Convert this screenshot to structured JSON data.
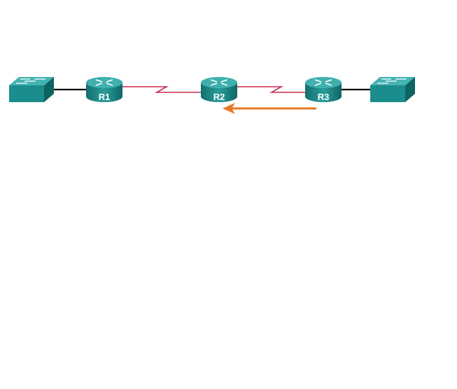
{
  "devices": {
    "r1": {
      "label": "R1"
    },
    "r2": {
      "label": "R2"
    },
    "r3": {
      "label": "R3"
    }
  },
  "colors": {
    "device": "#1b8a8a",
    "device_top": "#3aaaa8",
    "serial_link": "#c0143c",
    "ethernet_link": "#000000",
    "arrow": "#e87722"
  }
}
